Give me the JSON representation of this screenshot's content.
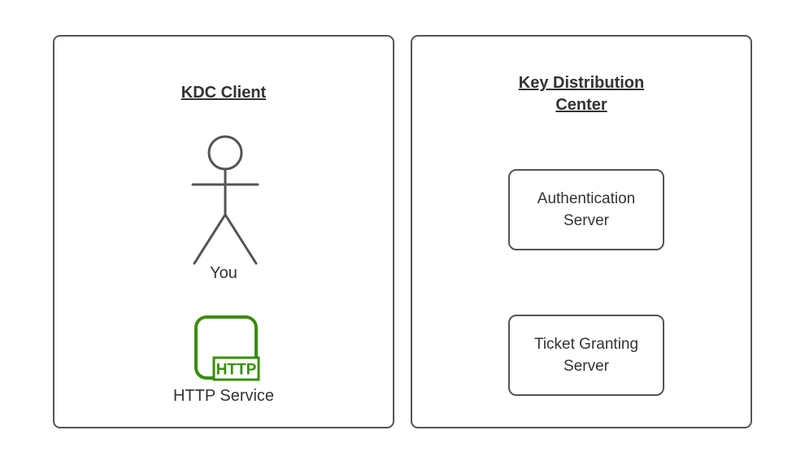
{
  "colors": {
    "stroke": "#545454",
    "text": "#333333",
    "green": "#388e0c",
    "background": "#ffffff"
  },
  "diagram": {
    "kdc_client": {
      "title": "KDC Client",
      "actor": {
        "label": "You"
      },
      "http_service": {
        "icon_text": "HTTP",
        "label": "HTTP Service"
      }
    },
    "key_distribution_center": {
      "title": "Key Distribution\nCenter",
      "servers": [
        {
          "label": "Authentication\nServer"
        },
        {
          "label": "Ticket Granting\nServer"
        }
      ]
    }
  }
}
